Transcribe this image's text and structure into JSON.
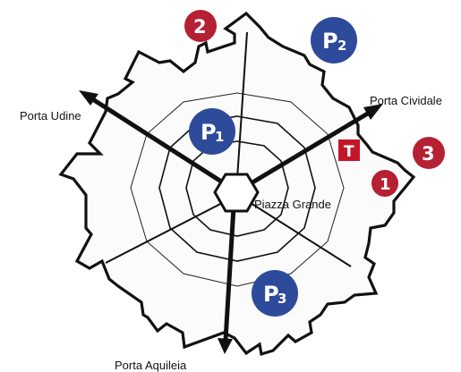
{
  "colors": {
    "parking": "#2e4a9b",
    "numbered_marker": "#b52032",
    "tourist_info": "#c4162a",
    "lines": "#111111"
  },
  "places": {
    "center": "Piazza Grande",
    "gate_northwest": "Porta Udine",
    "gate_east": "Porta Cividale",
    "gate_south": "Porta Aquileia"
  },
  "parking": {
    "p1_letter": "P",
    "p1_number": "1",
    "p2_letter": "P",
    "p2_number": "2",
    "p3_letter": "P",
    "p3_number": "3"
  },
  "markers": {
    "m1": "1",
    "m2": "2",
    "m3": "3"
  },
  "info_point": {
    "label": "T"
  }
}
